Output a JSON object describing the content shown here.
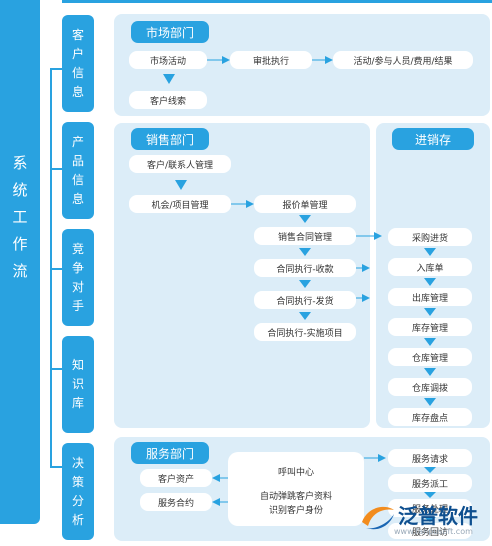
{
  "system": {
    "title": "系统工作流"
  },
  "left_nav": [
    "客户信息",
    "产品信息",
    "竞争对手",
    "知识库",
    "决策分析"
  ],
  "marketing": {
    "header": "市场部门",
    "nodes": [
      "市场活动",
      "审批执行",
      "活动/参与人员/费用/结果",
      "客户线索"
    ]
  },
  "sales": {
    "header": "销售部门",
    "nodes": [
      "客户/联系人管理",
      "机会/项目管理",
      "报价单管理",
      "销售合同管理",
      "合同执行-收款",
      "合同执行-发货",
      "合同执行-实施项目"
    ]
  },
  "inventory": {
    "header": "进销存",
    "nodes": [
      "采购进货",
      "入库单",
      "出库管理",
      "库存管理",
      "仓库管理",
      "仓库调拨",
      "库存盘点"
    ]
  },
  "service": {
    "header": "服务部门",
    "nodes": [
      "客户资产",
      "服务合约"
    ],
    "call_center": {
      "title": "呼叫中心",
      "line1": "自动弹跳客户资料",
      "line2": "识别客户身份"
    },
    "right_nodes": [
      "服务请求",
      "服务派工",
      "服务处理",
      "服务回访"
    ]
  },
  "watermark": {
    "brand": "泛普软件",
    "url": "www.fanpusoft.com",
    "icon": "fanpu-logo-icon"
  },
  "colors": {
    "primary": "#29a2e0",
    "panel": "#dcedf8",
    "node": "#ffffff",
    "text": "#333333"
  }
}
